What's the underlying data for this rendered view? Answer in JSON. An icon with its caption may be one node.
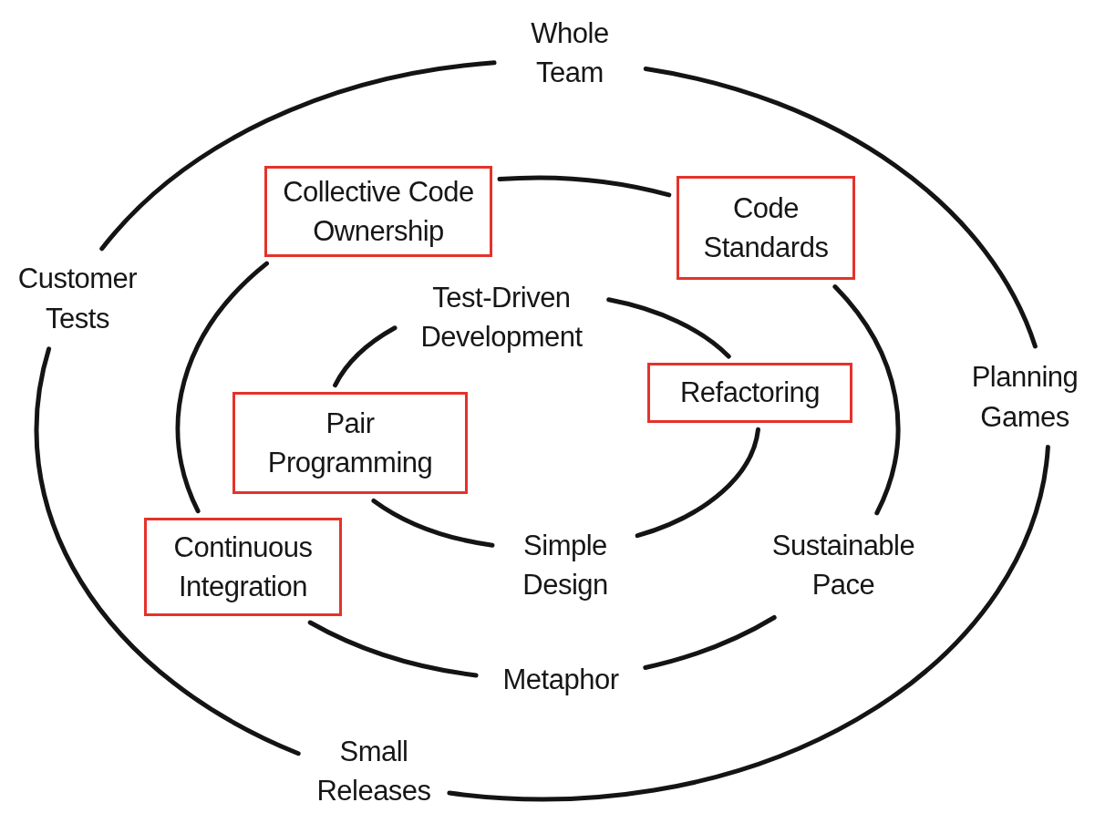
{
  "diagram": {
    "nodes": [
      {
        "text": [
          "Whole Team"
        ]
      },
      {
        "text": [
          "Collective Code Ownership"
        ]
      },
      {
        "text": [
          "Code Standards"
        ]
      },
      {
        "text": [
          "Customer Tests"
        ]
      },
      {
        "text": [
          "Test-Driven Development"
        ]
      },
      {
        "text": [
          "Refactoring"
        ]
      },
      {
        "text": [
          "Planning Games"
        ]
      },
      {
        "text": [
          "Pair Programming"
        ]
      },
      {
        "text": [
          "Continuous Integration"
        ]
      },
      {
        "text": [
          "Simple Design"
        ]
      },
      {
        "text": [
          "Sustainable Pace"
        ]
      },
      {
        "text": [
          "Metaphor"
        ]
      },
      {
        "text": [
          "Small Releases"
        ]
      }
    ],
    "edges": [
      {
        "from": 0,
        "to": 6,
        "arrow": "none"
      },
      {
        "from": 6,
        "to": 12,
        "arrow": "none"
      },
      {
        "from": 12,
        "to": 3,
        "arrow": "none"
      },
      {
        "from": 3,
        "to": 0,
        "arrow": "none"
      },
      {
        "from": 1,
        "to": 2,
        "arrow": "none"
      },
      {
        "from": 2,
        "to": 10,
        "arrow": "none"
      },
      {
        "from": 10,
        "to": 11,
        "arrow": "none"
      },
      {
        "from": 11,
        "to": 8,
        "arrow": "none"
      },
      {
        "from": 8,
        "to": 1,
        "arrow": "none"
      },
      {
        "from": 4,
        "to": 5,
        "arrow": "none"
      },
      {
        "from": 5,
        "to": 9,
        "arrow": "none"
      },
      {
        "from": 9,
        "to": 7,
        "arrow": "none"
      },
      {
        "from": 7,
        "to": 4,
        "arrow": "none"
      }
    ]
  }
}
